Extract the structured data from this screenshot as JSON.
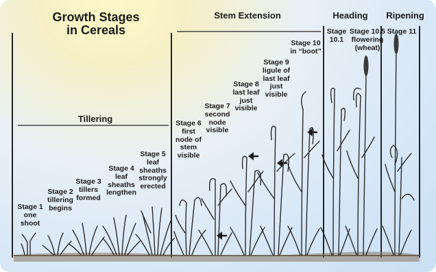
{
  "title": {
    "line1": "Growth Stages",
    "line2": "in Cereals"
  },
  "headers": {
    "tillering": "Tillering",
    "stem_extension": "Stem Extension",
    "heading": "Heading",
    "ripening": "Ripening"
  },
  "stages": {
    "s1": {
      "l1": "Stage 1",
      "l2": "one",
      "l3": "shoot"
    },
    "s2": {
      "l1": "Stage 2",
      "l2": "tillering",
      "l3": "begins"
    },
    "s3": {
      "l1": "Stage 3",
      "l2": "tillers",
      "l3": "formed"
    },
    "s4": {
      "l1": "Stage 4",
      "l2": "leaf",
      "l3": "sheaths",
      "l4": "lengthen"
    },
    "s5": {
      "l1": "Stage 5",
      "l2": "leaf",
      "l3": "sheaths",
      "l4": "strongly",
      "l5": "erected"
    },
    "s6": {
      "l1": "Stage 6",
      "l2": "first",
      "l3": "node of",
      "l4": "stem",
      "l5": "visible"
    },
    "s7": {
      "l1": "Stage 7",
      "l2": "second",
      "l3": "node",
      "l4": "visible"
    },
    "s8": {
      "l1": "Stage 8",
      "l2": "last leaf",
      "l3": "just",
      "l4": "visible"
    },
    "s9": {
      "l1": "Stage 9",
      "l2": "ligule of",
      "l3": "last leaf",
      "l4": "just",
      "l5": "visible"
    },
    "s10": {
      "l1": "Stage 10",
      "l2": "in “boot”"
    },
    "s101": {
      "l1": "Stage",
      "l2": "10.1"
    },
    "s105": {
      "l1": "Stage 10.5",
      "l2": "flowering",
      "l3": "(wheat)"
    },
    "s11": {
      "l1": "Stage 11"
    }
  },
  "colors": {
    "plant": "#2a2a2a",
    "soil": "#6b5a44",
    "sky_glow": "#fff9c8",
    "sky": "#cadff4"
  }
}
